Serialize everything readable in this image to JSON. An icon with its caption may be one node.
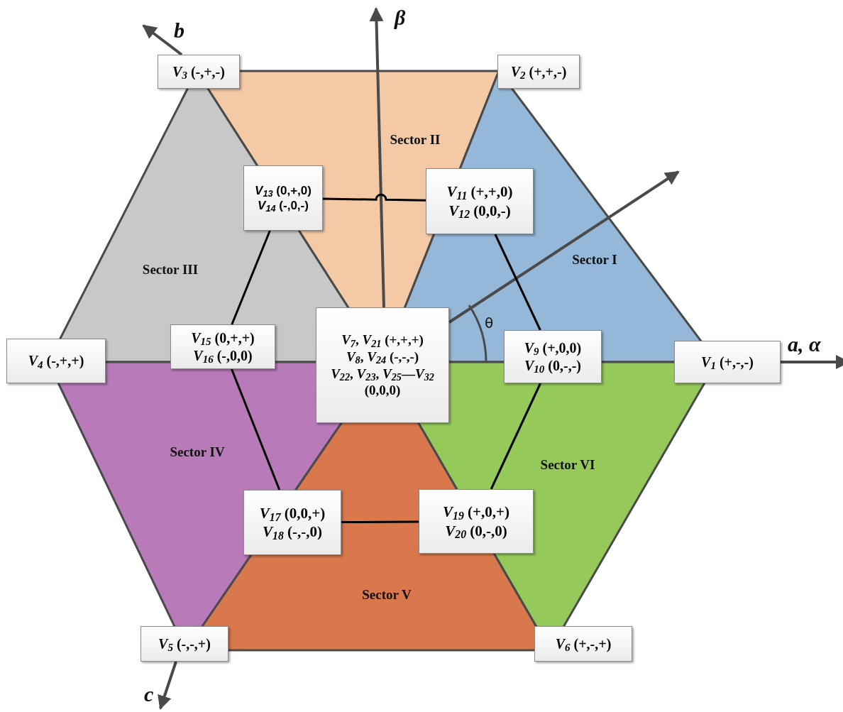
{
  "diagram": {
    "nodes": [
      {
        "text": [
          "*V*$_{3}$ (-,+,-)"
        ]
      },
      {
        "text": [
          "*V*$_{2}$ (+,+,-)"
        ]
      },
      {
        "text": [
          "*V*$_{13}$ (0,+,0)",
          "*V*$_{14}$ (-,0,-)"
        ]
      },
      {
        "text": [
          "*V*$_{11}$ (+,+,0)",
          "*V*$_{12}$ (0,0,-)"
        ]
      },
      {
        "text": [
          "*V*$_{4}$ (-,+,+)"
        ]
      },
      {
        "text": [
          "*V*$_{15}$ (0,+,+)",
          "*V*$_{16}$ (-,0,0)"
        ]
      },
      {
        "text": [
          "*V*$_{7}$, *V*$_{21}$ (+,+,+)",
          "*V*$_{8}$, *V*$_{24}$ (-,-,-)",
          "*V*$_{22}$, *V*$_{23}$, *V*$_{25}$—*V*$_{32}$ (0,0,0)"
        ]
      },
      {
        "text": [
          "*V*$_{9}$ (+,0,0)",
          "*V*$_{10}$ (0,-,-)"
        ]
      },
      {
        "text": [
          "*V*$_{1}$ (+,-,-)"
        ]
      },
      {
        "text": [
          "*V*$_{17}$ (0,0,+)",
          "*V*$_{18}$ (-,-,0)"
        ]
      },
      {
        "text": [
          "*V*$_{19}$ (+,0,+)",
          "*V*$_{20}$ (0,-,0)"
        ]
      },
      {
        "text": [
          "*V*$_{5}$ (-,-,+)"
        ]
      },
      {
        "text": [
          "*V*$_{6}$ (+,-,+)"
        ]
      }
    ],
    "edges": [
      {
        "from": 2,
        "to": 3,
        "arrow": "none"
      },
      {
        "from": 3,
        "to": 7,
        "arrow": "none"
      },
      {
        "from": 7,
        "to": 10,
        "arrow": "none"
      },
      {
        "from": 10,
        "to": 9,
        "arrow": "none"
      },
      {
        "from": 9,
        "to": 5,
        "arrow": "none"
      },
      {
        "from": 5,
        "to": 2,
        "arrow": "none"
      }
    ],
    "labels": [
      "β",
      "b",
      "Sector II",
      "Sector III",
      "Sector I",
      "θ",
      "a, α",
      "Sector IV",
      "Sector VI",
      "Sector V",
      "c"
    ]
  }
}
